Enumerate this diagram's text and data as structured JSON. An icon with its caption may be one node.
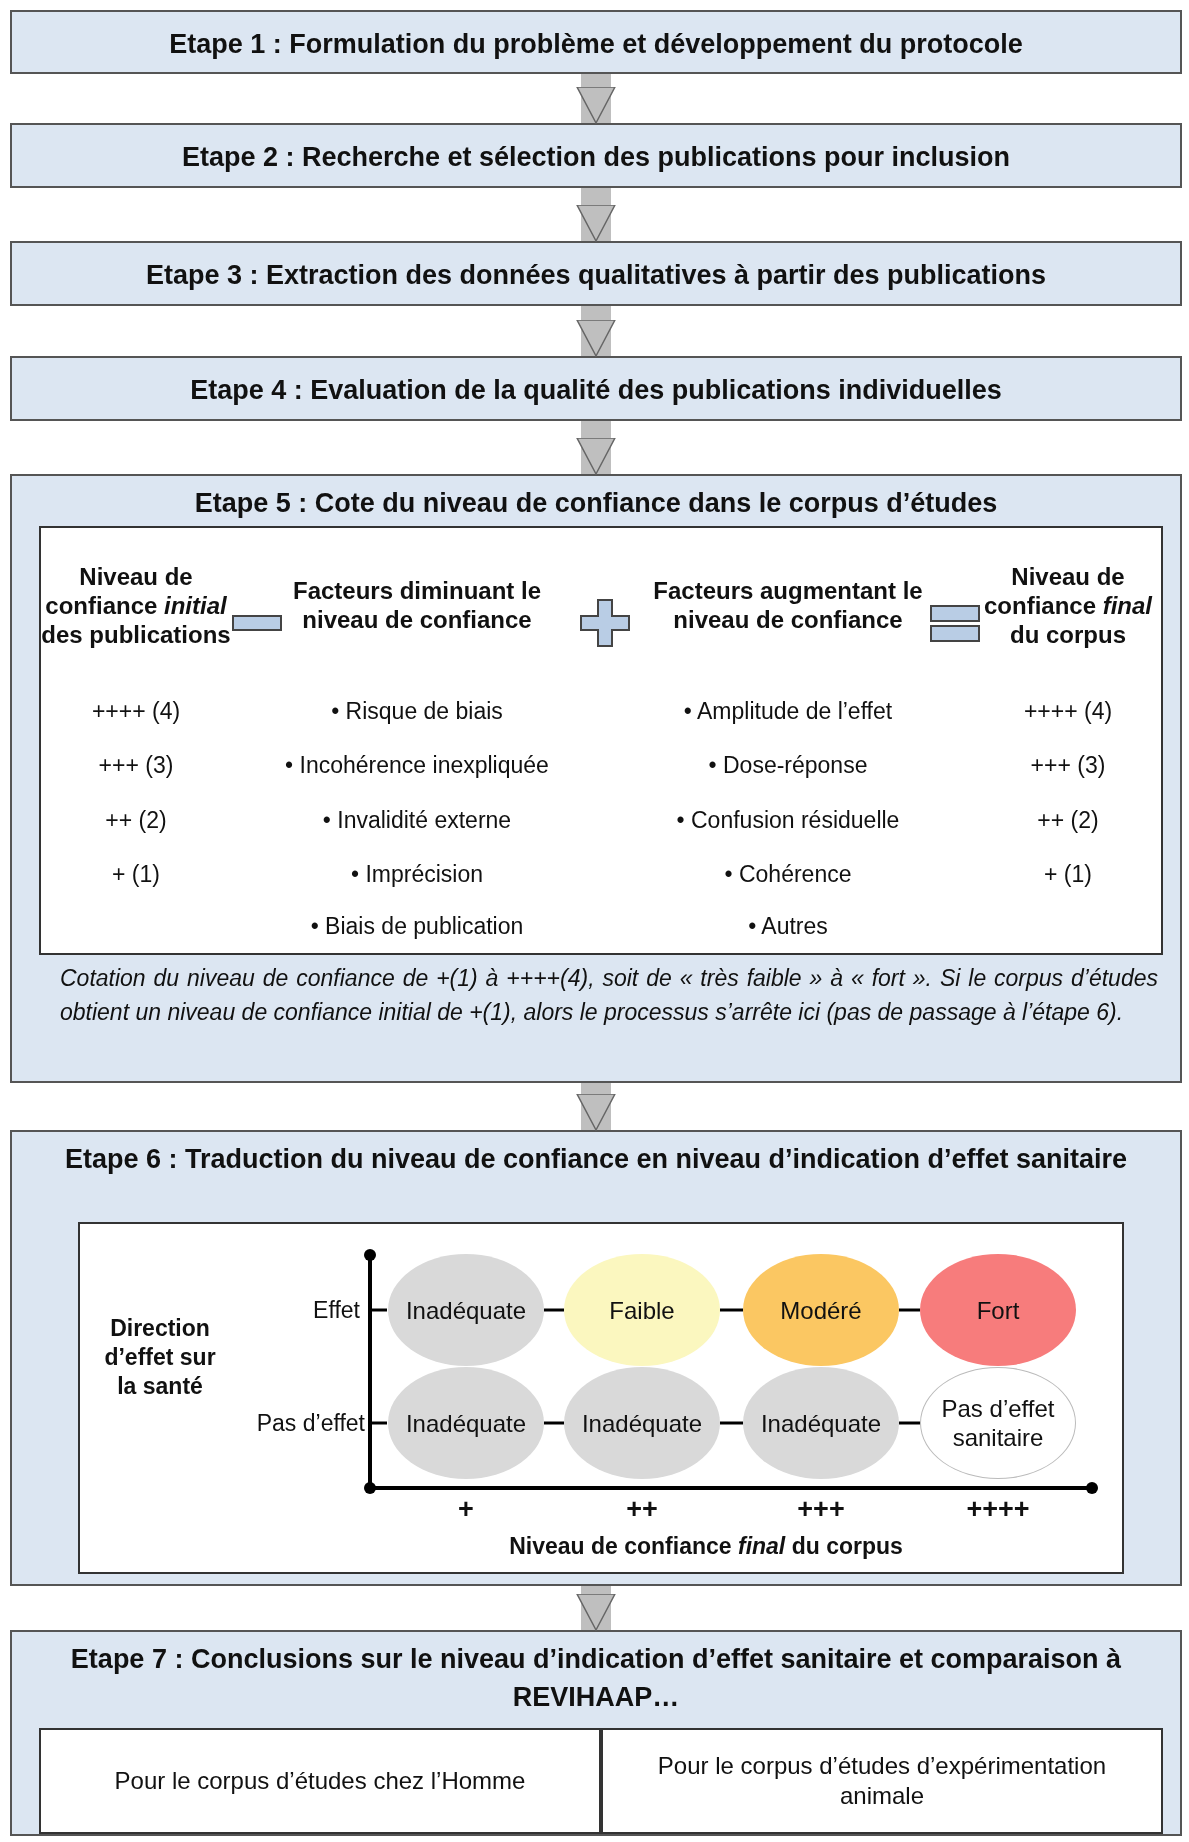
{
  "diagram": {
    "nodes": [
      {
        "text": [
          "Etape 1 : Formulation du problème et développement du protocole"
        ]
      },
      {
        "text": [
          "Etape 2 : Recherche et sélection des publications pour inclusion"
        ]
      },
      {
        "text": [
          "Etape 3 : Extraction des données qualitatives à partir des publications"
        ]
      },
      {
        "text": [
          "Etape 4 : Evaluation de la qualité des publications individuelles"
        ]
      },
      {
        "text": [
          "Etape 5 : Cote du niveau de confiance dans le corpus d’études",
          "Cotation du niveau de confiance de +(1) à ++++(4), soit de « très faible » à « fort ».  Si le corpus d’études obtient un niveau de confiance initial de +(1), alors le processus s’arrête ici (pas de passage à l’étape 6)."
        ]
      },
      {
        "text": [],
        "shape": "box",
        "in": 4
      },
      {
        "text": [
          "Etape 6 : Traduction du niveau de confiance en niveau d’indication d’effet sanitaire"
        ]
      },
      {
        "text": [],
        "shape": "box",
        "in": 6
      },
      {
        "text": [
          "Inadéquate"
        ],
        "in": 7
      },
      {
        "text": [
          "Faible"
        ],
        "in": 7
      },
      {
        "text": [
          "Modéré"
        ],
        "in": 7
      },
      {
        "text": [
          "Fort"
        ],
        "in": 7
      },
      {
        "text": [
          "Inadéquate"
        ],
        "in": 7
      },
      {
        "text": [
          "Inadéquate"
        ],
        "in": 7
      },
      {
        "text": [
          "Inadéquate"
        ],
        "in": 7
      },
      {
        "text": [
          "Pas d’effet sanitaire"
        ],
        "in": 7
      },
      {
        "text": [
          "Etape 7 : Conclusions sur le niveau d’indication d’effet sanitaire et comparaison à REVIHAAP…"
        ]
      },
      {
        "text": [
          "Pour le corpus d’études chez l’Homme"
        ],
        "in": 16
      },
      {
        "text": [
          "Pour le corpus d’études d’expérimentation animale"
        ],
        "in": 16
      }
    ],
    "edges": [
      {
        "from": 0,
        "to": 1,
        "arrow": "to",
        "style": "thick",
        "color": "#bfbfbf"
      },
      {
        "from": 1,
        "to": 2,
        "arrow": "to",
        "style": "thick",
        "color": "#bfbfbf"
      },
      {
        "from": 2,
        "to": 3,
        "arrow": "to",
        "style": "thick",
        "color": "#bfbfbf"
      },
      {
        "from": 3,
        "to": 4,
        "arrow": "to",
        "style": "thick",
        "color": "#bfbfbf"
      },
      {
        "from": 4,
        "to": 6,
        "arrow": "to",
        "style": "thick",
        "color": "#bfbfbf"
      },
      {
        "from": 6,
        "to": 16,
        "arrow": "to",
        "style": "thick",
        "color": "#bfbfbf"
      },
      {
        "from": 8,
        "to": 9,
        "arrow": "none",
        "color": "#000000"
      },
      {
        "from": 9,
        "to": 10,
        "arrow": "none",
        "color": "#000000"
      },
      {
        "from": 10,
        "to": 11,
        "arrow": "none",
        "color": "#000000"
      },
      {
        "from": 12,
        "to": 13,
        "arrow": "none",
        "color": "#000000"
      },
      {
        "from": 13,
        "to": 14,
        "arrow": "none",
        "color": "#000000"
      },
      {
        "from": 14,
        "to": 15,
        "arrow": "none",
        "color": "#000000"
      }
    ],
    "labels": [
      "Niveau de confiance *initial* des publications",
      "Facteurs diminuant le niveau de confiance",
      "Facteurs augmentant le niveau de confiance",
      "Niveau de confiance *final* du corpus",
      "++++ (4)",
      "• Risque de biais",
      "• Amplitude de l’effet",
      "++++ (4)",
      "+++ (3)",
      "• Incohérence inexpliquée",
      "• Dose-réponse",
      "+++ (3)",
      "++ (2)",
      "• Invalidité externe",
      "• Confusion résiduelle",
      "++ (2)",
      "+ (1)",
      "• Imprécision",
      "• Cohérence",
      "+ (1)",
      "• Biais de publication",
      "• Autres",
      "Direction d’effet sur la santé",
      "Effet",
      "Pas d’effet",
      "+",
      "++",
      "+++",
      "++++",
      "Niveau de confiance *final* du corpus"
    ]
  }
}
